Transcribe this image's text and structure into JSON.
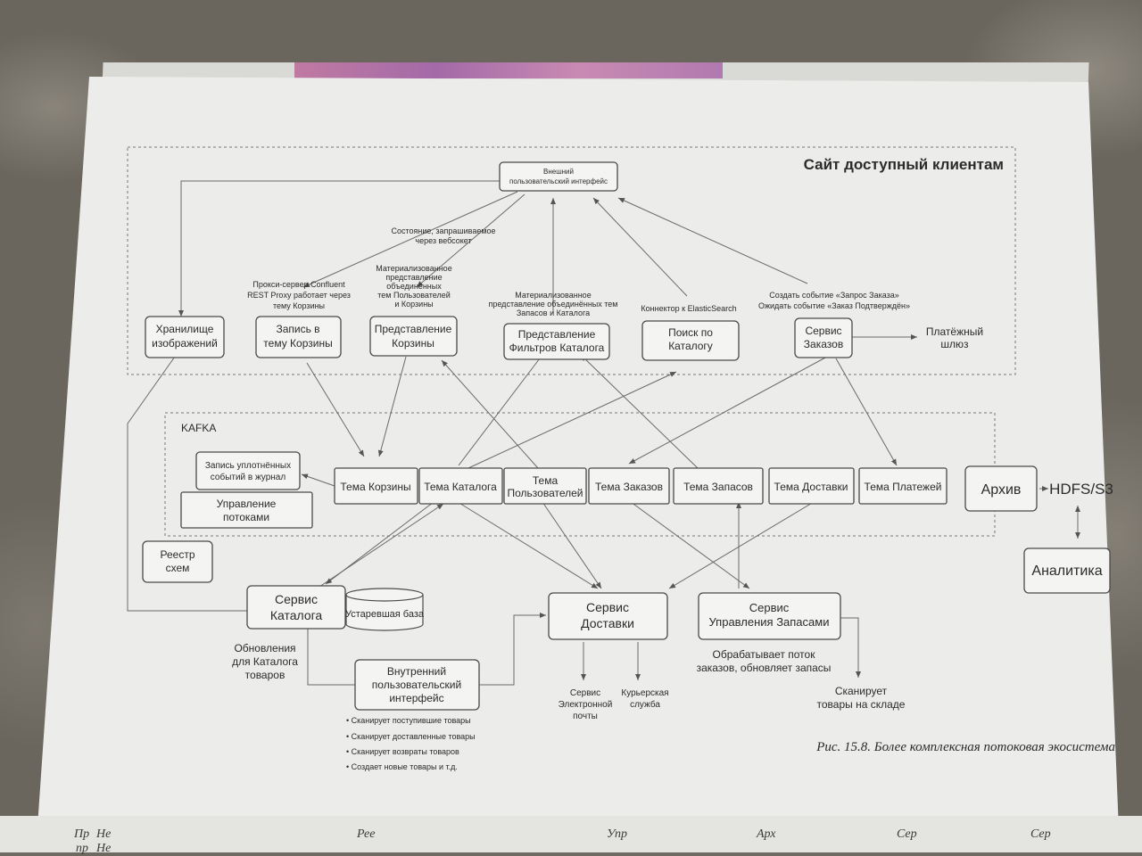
{
  "site": {
    "title": "Сайт доступный клиентам"
  },
  "kafka": {
    "title": "KAFKA"
  },
  "nodes": {
    "frontend": [
      "Внешний",
      "пользовательский интерфейс"
    ],
    "image_store": [
      "Хранилище",
      "изображений"
    ],
    "cart_write": [
      "Запись в",
      "тему Корзины"
    ],
    "cart_view": [
      "Представление",
      "Корзины"
    ],
    "catalog_filter_view": [
      "Представление",
      "Фильтров Каталога"
    ],
    "catalog_search": [
      "Поиск по",
      "Каталогу"
    ],
    "order_service": [
      "Сервис",
      "Заказов"
    ],
    "compacted_log": [
      "Запись уплотнённых",
      "событий в журнал"
    ],
    "stream_mgmt": [
      "Управление",
      "потоками"
    ],
    "schema_registry": [
      "Реестр",
      "схем"
    ],
    "catalog_service": [
      "Сервис",
      "Каталога"
    ],
    "legacy_db": [
      "Устаревшая база"
    ],
    "internal_ui": [
      "Внутренний",
      "пользовательский",
      "интерфейс"
    ],
    "delivery_service": [
      "Сервис",
      "Доставки"
    ],
    "inventory_service": [
      "Сервис",
      "Управления Запасами"
    ],
    "archive": [
      "Архив"
    ],
    "analytics": [
      "Аналитика"
    ]
  },
  "topics": [
    "Тема Корзины",
    "Тема Каталога",
    "Тема Пользователей",
    "Тема Заказов",
    "Тема Запасов",
    "Тема Доставки",
    "Тема Платежей"
  ],
  "annotations": {
    "websocket": [
      "Состояние, запрашиваемое",
      "через вебсокет"
    ],
    "rest_proxy": [
      "Прокси-сервер Confluent",
      "REST Proxy работает через",
      "тему Корзины"
    ],
    "mat_view_cart": [
      "Материализованное",
      "представление",
      "объединённых",
      "тем Пользователей",
      "и Корзины"
    ],
    "mat_view_catalog": [
      "Материализованное",
      "представление объединённых тем",
      "Запасов и Каталога"
    ],
    "es_connector": [
      "Коннектор к ElasticSearch"
    ],
    "order_events": [
      "Создать событие «Запрос Заказа»",
      "Ожидать событие «Заказ Подтверждён»"
    ],
    "payment_gateway": [
      "Платёжный",
      "шлюз"
    ],
    "hdfs": "HDFS/S3",
    "catalog_updates": [
      "Обновления",
      "для Каталога",
      "товаров"
    ],
    "inventory_note": [
      "Обрабатывает поток",
      "заказов, обновляет запасы"
    ],
    "scan_stock": [
      "Сканирует",
      "товары на складе"
    ],
    "email_service": [
      "Сервис",
      "Электронной",
      "почты"
    ],
    "courier": [
      "Курьерская",
      "служба"
    ]
  },
  "internal_ui_bullets": [
    "• Сканирует поступившие товары",
    "• Сканирует доставленные товары",
    "• Сканирует возвраты товаров",
    "• Создает новые товары и т.д."
  ],
  "caption": "Рис. 15.8. Более комплексная потоковая экосистема",
  "next_page_fragments": [
    "Пр",
    "Не",
    "пр",
    "Не",
    "Рее",
    "Упр",
    "Арх",
    "Сер",
    "Сер"
  ]
}
